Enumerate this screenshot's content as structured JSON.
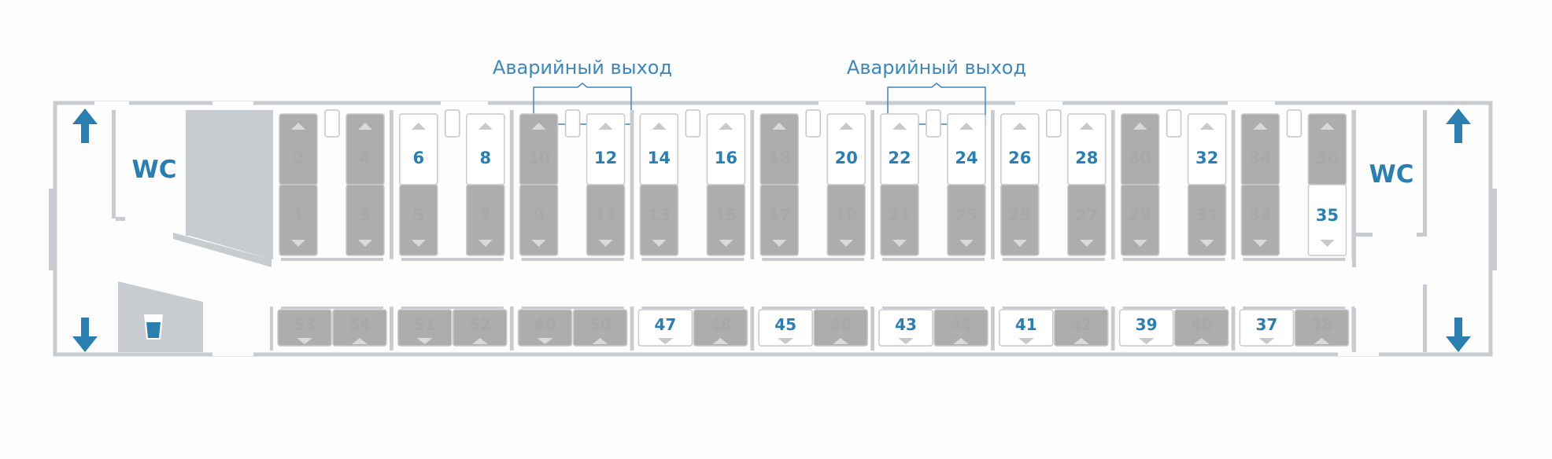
{
  "emergency_exits": [
    {
      "label": "Аварийный выход"
    },
    {
      "label": "Аварийный выход"
    }
  ],
  "toilets": [
    {
      "label": "WC"
    },
    {
      "label": "WC"
    }
  ],
  "icons": {
    "exit_arrow": "arrow-icon",
    "water": "water-cup-icon"
  },
  "colors": {
    "free_seat_text": "#2a7fb0",
    "taken_seat_fill": "#adadad",
    "taken_seat_text": "#a0a0a0",
    "wall": "#c8ccd0",
    "exit_frame": "#3e87b8"
  },
  "compartments": [
    {
      "seats": [
        {
          "number": "2",
          "free": false
        },
        {
          "number": "1",
          "free": false
        },
        {
          "number": "4",
          "free": false
        },
        {
          "number": "3",
          "free": false
        }
      ]
    },
    {
      "seats": [
        {
          "number": "6",
          "free": true
        },
        {
          "number": "5",
          "free": false
        },
        {
          "number": "8",
          "free": true
        },
        {
          "number": "7",
          "free": false
        }
      ]
    },
    {
      "seats": [
        {
          "number": "10",
          "free": false
        },
        {
          "number": "9",
          "free": false
        },
        {
          "number": "12",
          "free": true
        },
        {
          "number": "11",
          "free": false
        }
      ]
    },
    {
      "seats": [
        {
          "number": "14",
          "free": true
        },
        {
          "number": "13",
          "free": false
        },
        {
          "number": "16",
          "free": true
        },
        {
          "number": "15",
          "free": false
        }
      ]
    },
    {
      "seats": [
        {
          "number": "18",
          "free": false
        },
        {
          "number": "17",
          "free": false
        },
        {
          "number": "20",
          "free": true
        },
        {
          "number": "19",
          "free": false
        }
      ]
    },
    {
      "seats": [
        {
          "number": "22",
          "free": true
        },
        {
          "number": "21",
          "free": false
        },
        {
          "number": "24",
          "free": true
        },
        {
          "number": "23",
          "free": false
        }
      ]
    },
    {
      "seats": [
        {
          "number": "26",
          "free": true
        },
        {
          "number": "25",
          "free": false
        },
        {
          "number": "28",
          "free": true
        },
        {
          "number": "27",
          "free": false
        }
      ]
    },
    {
      "seats": [
        {
          "number": "30",
          "free": false
        },
        {
          "number": "29",
          "free": false
        },
        {
          "number": "32",
          "free": true
        },
        {
          "number": "31",
          "free": false
        }
      ]
    },
    {
      "seats": [
        {
          "number": "34",
          "free": false
        },
        {
          "number": "33",
          "free": false
        },
        {
          "number": "36",
          "free": false
        },
        {
          "number": "35",
          "free": true
        }
      ]
    }
  ],
  "side_compartments": [
    {
      "seats": [
        {
          "number": "53",
          "free": false
        },
        {
          "number": "54",
          "free": false
        }
      ]
    },
    {
      "seats": [
        {
          "number": "51",
          "free": false
        },
        {
          "number": "52",
          "free": false
        }
      ]
    },
    {
      "seats": [
        {
          "number": "49",
          "free": false
        },
        {
          "number": "50",
          "free": false
        }
      ]
    },
    {
      "seats": [
        {
          "number": "47",
          "free": true
        },
        {
          "number": "48",
          "free": false
        }
      ]
    },
    {
      "seats": [
        {
          "number": "45",
          "free": true
        },
        {
          "number": "46",
          "free": false
        }
      ]
    },
    {
      "seats": [
        {
          "number": "43",
          "free": true
        },
        {
          "number": "44",
          "free": false
        }
      ]
    },
    {
      "seats": [
        {
          "number": "41",
          "free": true
        },
        {
          "number": "42",
          "free": false
        }
      ]
    },
    {
      "seats": [
        {
          "number": "39",
          "free": true
        },
        {
          "number": "40",
          "free": false
        }
      ]
    },
    {
      "seats": [
        {
          "number": "37",
          "free": true
        },
        {
          "number": "38",
          "free": false
        }
      ]
    }
  ]
}
